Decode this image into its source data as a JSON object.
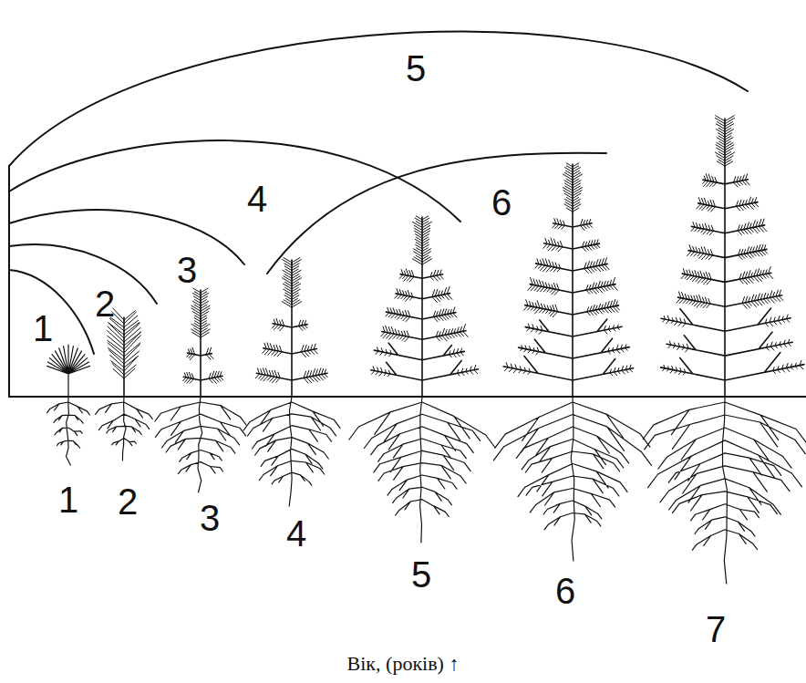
{
  "diagram": {
    "caption": "Вік, (років) ↑",
    "labels": [
      "1",
      "2",
      "3",
      "4",
      "5",
      "6",
      "1",
      "2",
      "3",
      "4",
      "5",
      "6",
      "7"
    ]
  }
}
